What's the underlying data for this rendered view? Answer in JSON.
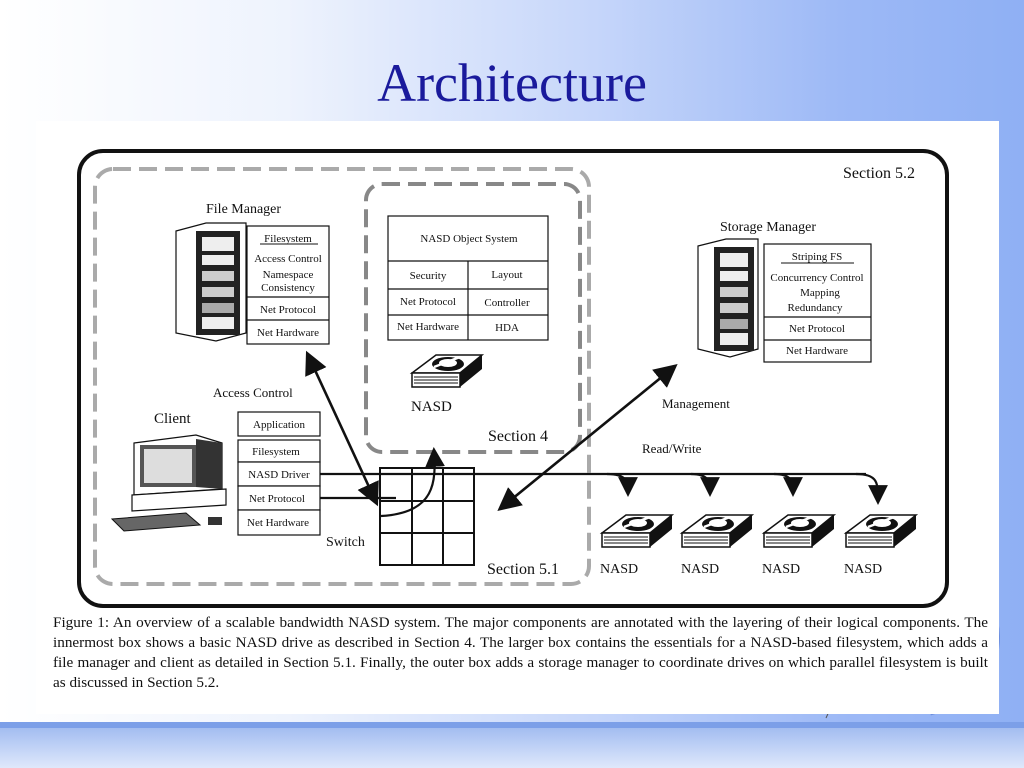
{
  "slide": {
    "title": "Architecture"
  },
  "diagram": {
    "section_labels": {
      "outer": "Section 5.2",
      "middle": "Section 5.1",
      "inner": "Section 4"
    },
    "file_manager": {
      "title": "File Manager",
      "layers": [
        "Filesystem",
        "Access Control",
        "Namespace",
        "Consistency",
        "Net Protocol",
        "Net Hardware"
      ]
    },
    "nasd_object_system": {
      "title": "NASD Object System",
      "cells": [
        "Security",
        "Layout",
        "Net Protocol",
        "Controller",
        "Net Hardware",
        "HDA"
      ],
      "drive_label": "NASD"
    },
    "storage_manager": {
      "title": "Storage Manager",
      "layers": [
        "Striping FS",
        "Concurrency Control",
        "Mapping",
        "Redundancy",
        "Net Protocol",
        "Net Hardware"
      ]
    },
    "client": {
      "title": "Client",
      "layers": [
        "Application",
        "Filesystem",
        "NASD Driver",
        "Net Protocol",
        "Net Hardware"
      ]
    },
    "labels": {
      "access_control": "Access Control",
      "management": "Management",
      "read_write": "Read/Write",
      "switch": "Switch"
    },
    "drives": [
      "NASD",
      "NASD",
      "NASD",
      "NASD"
    ]
  },
  "caption": "Figure 1: An overview of a scalable bandwidth NASD system. The major components are annotated with the layering of their logical components. The innermost box shows a basic NASD drive as described in Section 4. The larger box contains the essentials for a NASD-based filesystem, which adds a file manager and client as detailed in Section 5.1. Finally, the outer box adds a storage manager to coordinate drives on which parallel filesystem is built as discussed in Section 5.2.",
  "colors": {
    "title": "#1a1a9c",
    "background_right": "#8fb0f4",
    "bottom_bar": "#9ab6ee"
  }
}
